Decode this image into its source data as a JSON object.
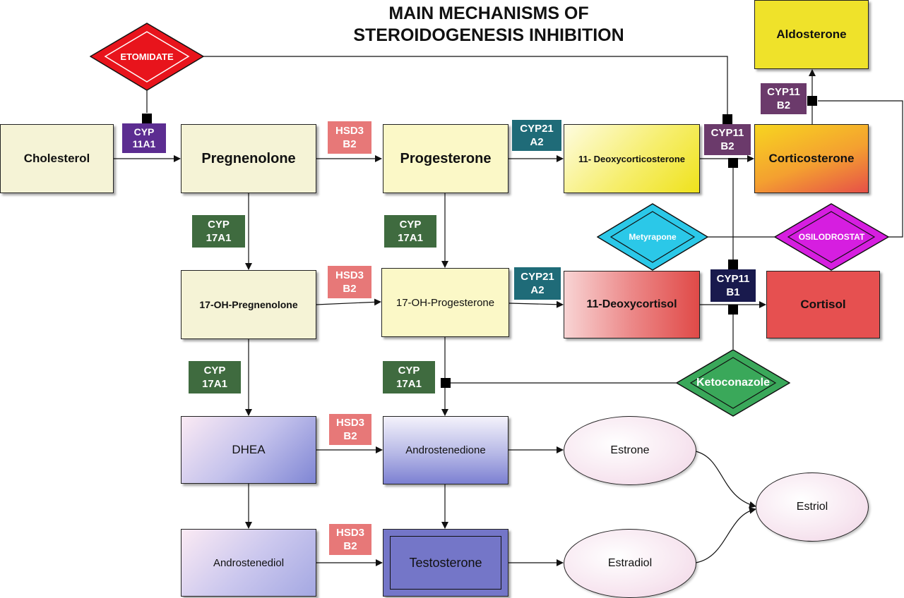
{
  "title": "MAIN MECHANISMS OF\nSTEROIDOGENESIS INHIBITION",
  "steroids": {
    "cholesterol": "Cholesterol",
    "pregnenolone": "Pregnenolone",
    "progesterone": "Progesterone",
    "deoxycorticosterone": "11- Deoxycorticosterone",
    "corticosterone": "Corticosterone",
    "aldosterone": "Aldosterone",
    "oh_pregnenolone": "17-OH-Pregnenolone",
    "oh_progesterone": "17-OH-Progesterone",
    "deoxycortisol": "11-Deoxycortisol",
    "cortisol": "Cortisol",
    "dhea": "DHEA",
    "androstenedione": "Androstenedione",
    "androstenediol": "Androstenediol",
    "testosterone": "Testosterone",
    "estrone": "Estrone",
    "estradiol": "Estradiol",
    "estriol": "Estriol"
  },
  "enzymes": {
    "cyp11a1": "CYP\n11A1",
    "hsd3b2_1": "HSD3\nB2",
    "hsd3b2_2": "HSD3\nB2",
    "hsd3b2_3": "HSD3\nB2",
    "hsd3b2_4": "HSD3\nB2",
    "cyp21a2_1": "CYP21\nA2",
    "cyp21a2_2": "CYP21\nA2",
    "cyp17a1_1": "CYP\n17A1",
    "cyp17a1_2": "CYP\n17A1",
    "cyp17a1_3": "CYP\n17A1",
    "cyp17a1_4": "CYP\n17A1",
    "cyp11b2_1": "CYP11\nB2",
    "cyp11b2_2": "CYP11\nB2",
    "cyp11b1": "CYP11\nB1"
  },
  "drugs": {
    "etomidate": "ETOMIDATE",
    "metyrapone": "Metyrapone",
    "osilodrostat": "OSILODROSTAT",
    "ketoconazole": "Ketoconazole"
  },
  "colors": {
    "enzyme_purple": "#5c2d91",
    "enzyme_salmon": "#e77878",
    "enzyme_teal": "#1f6b78",
    "enzyme_green": "#3f6b3f",
    "enzyme_plum": "#6b3a6b",
    "enzyme_navy": "#191a4d",
    "etomidate": "#e8141c",
    "metyrapone": "#2bc8e8",
    "osilodrostat": "#d61ee0",
    "ketoconazole": "#3aa85a"
  }
}
